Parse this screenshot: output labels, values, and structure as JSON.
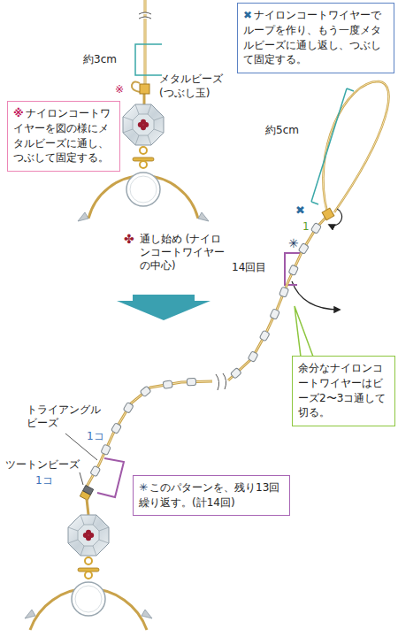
{
  "diagram": {
    "nodes": [
      {
        "text": [
          "✖",
          "ナイロンコートワイヤーでループを作り、もう一度メタルビーズに通し返し、つぶして固定する。"
        ]
      },
      {
        "text": [
          "※",
          "ナイロンコートワイヤーを図の様にメタルビーズに通し、つぶして固定する。"
        ]
      },
      {
        "text": [
          "余分なナイロンコートワイヤーはビーズ2〜3コ通して切る。"
        ]
      },
      {
        "text": [
          "✳",
          "このパターンを、残り13回繰り返す。(計14回)"
        ]
      }
    ],
    "labels": [
      "約3cm",
      "メタルビーズ (つぶし玉)",
      "※",
      "約5cm",
      "✖",
      "1",
      "✳",
      "14回目",
      "✤",
      "通し始め (ナイロンコートワイヤーの中心)",
      "トライアングルビーズ",
      "1コ",
      "ツートンビーズ",
      "1コ"
    ]
  }
}
